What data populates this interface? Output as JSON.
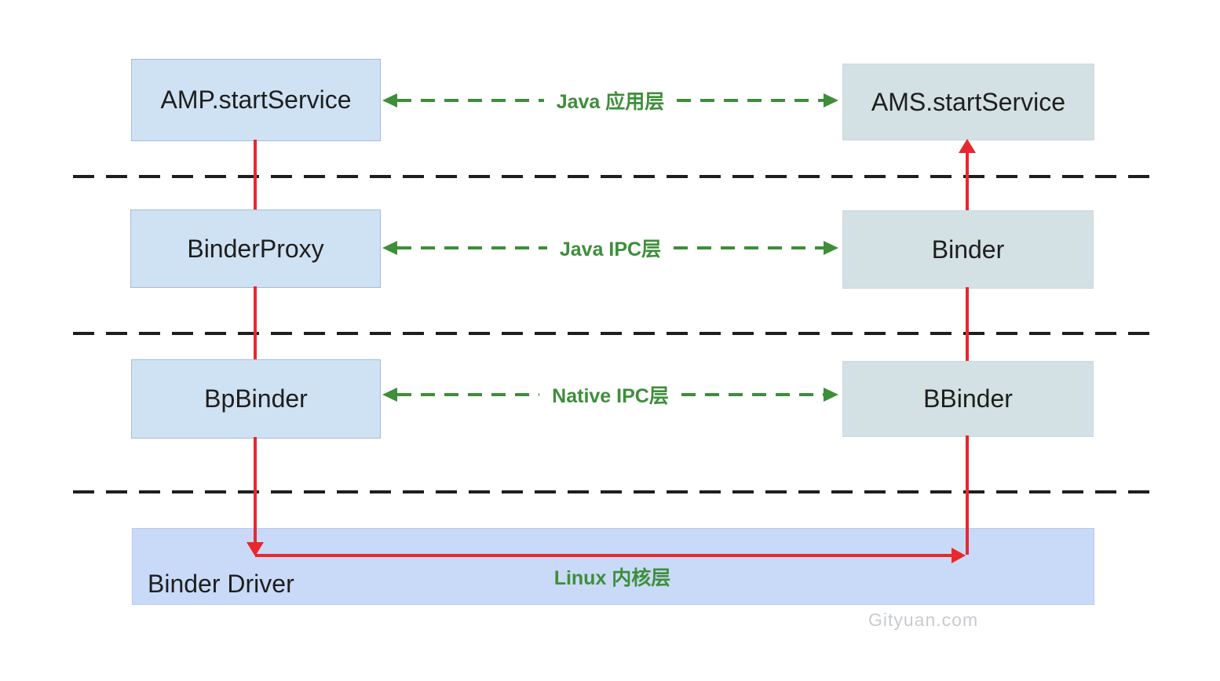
{
  "boxes": {
    "amp": "AMP.startService",
    "ams": "AMS.startService",
    "binder_proxy": "BinderProxy",
    "binder": "Binder",
    "bp_binder": "BpBinder",
    "b_binder": "BBinder",
    "driver": "Binder Driver"
  },
  "layer_labels": {
    "java_app": "Java 应用层",
    "java_ipc": "Java IPC层",
    "native_ipc": "Native IPC层",
    "kernel": "Linux 内核层"
  },
  "watermark": "Gityuan.com",
  "colors": {
    "red": "#e8282c",
    "green": "#3e8e3a",
    "dash_black": "#1e1e1e",
    "left_box_fill": "#cfe2f3",
    "left_box_border": "#a6bcd8",
    "right_box_fill": "#d3e0e4",
    "driver_box_fill": "#c9daf8",
    "driver_box_border": "#b7c8ec",
    "watermark_color": "#c7cbcf"
  }
}
